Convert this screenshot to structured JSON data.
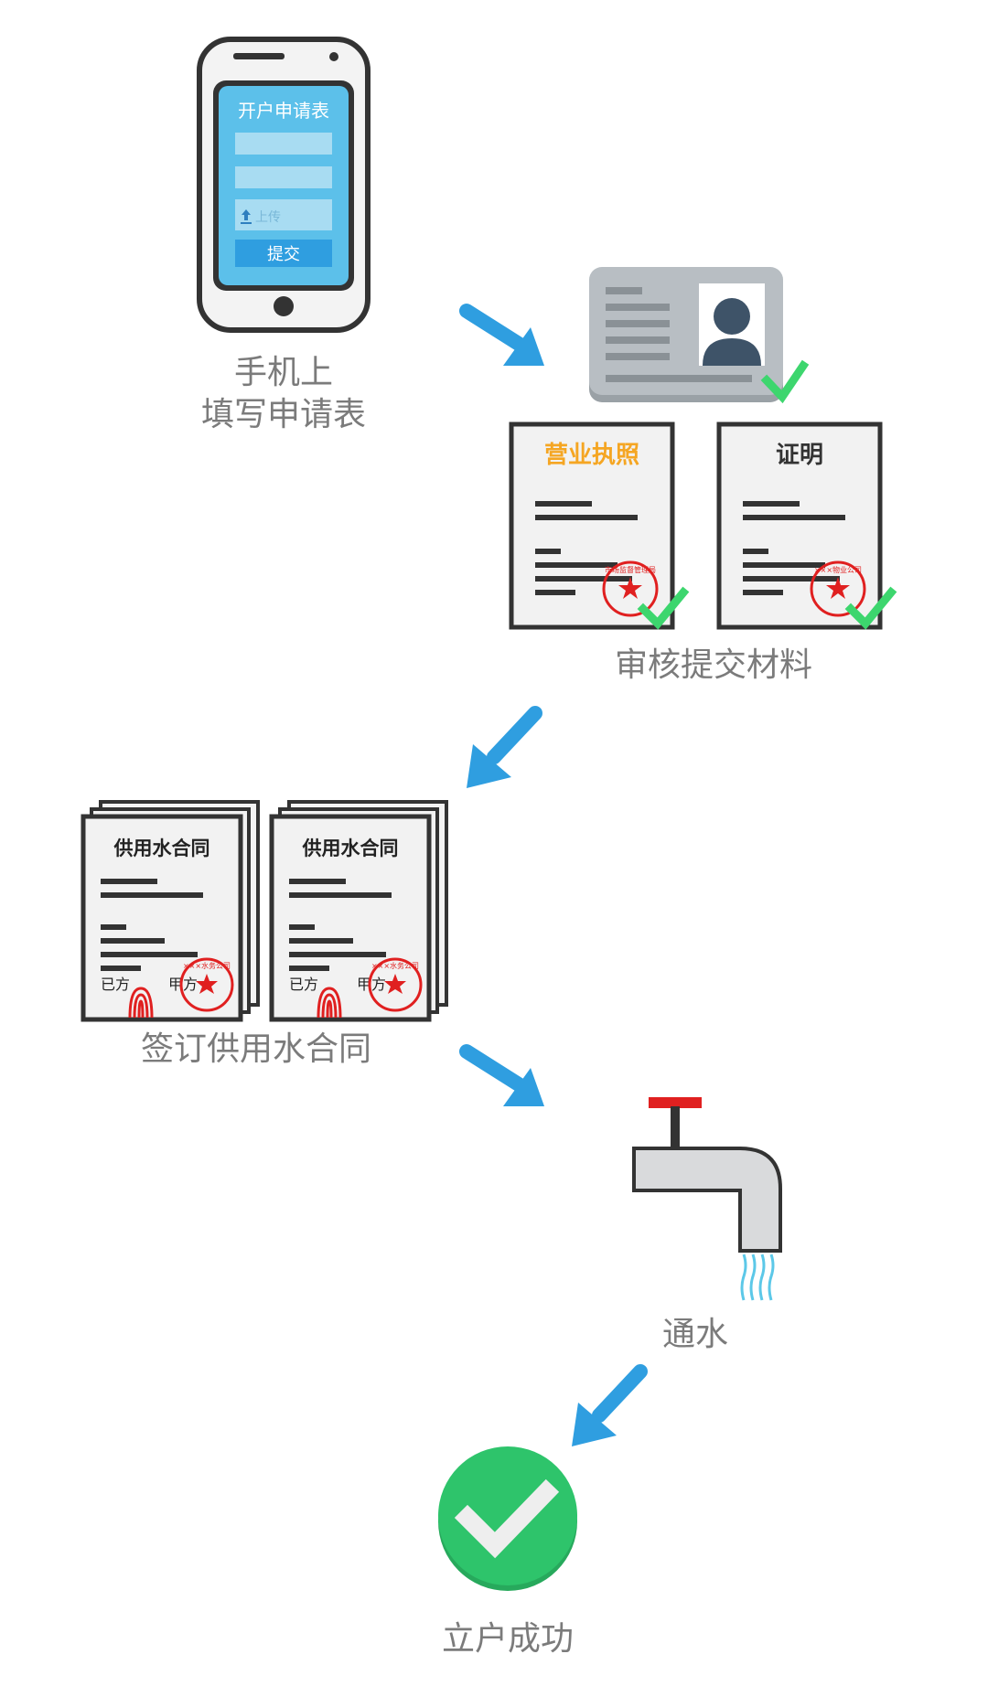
{
  "steps": {
    "fill_form": {
      "label_line1": "手机上",
      "label_line2": "填写申请表",
      "phone_screen": {
        "title": "开户申请表",
        "upload_label": "上传",
        "submit_label": "提交"
      }
    },
    "review": {
      "label": "审核提交材料",
      "license_title": "营业执照",
      "certificate_title": "证明",
      "license_stamp_text": "市场监督管理局",
      "certificate_stamp_text": "×××物业公司"
    },
    "contract": {
      "label": "签订供用水合同",
      "doc_title": "供用水合同",
      "party_b": "已方",
      "party_a": "甲方",
      "stamp_text": "×××水务公司"
    },
    "water_on": {
      "label": "通水"
    },
    "success": {
      "label": "立户成功"
    }
  },
  "colors": {
    "arrow": "#2f9ee0",
    "check": "#3dd66e",
    "success_circle": "#2ec46b",
    "license_title": "#f5a623",
    "stamp_red": "#e02020",
    "label_gray": "#7b7b7b"
  },
  "icons": [
    "phone-icon",
    "id-card-icon",
    "license-icon",
    "certificate-icon",
    "contract-icon",
    "faucet-icon",
    "success-check-icon",
    "arrow-icon",
    "checkmark-icon",
    "stamp-icon",
    "fingerprint-icon"
  ]
}
